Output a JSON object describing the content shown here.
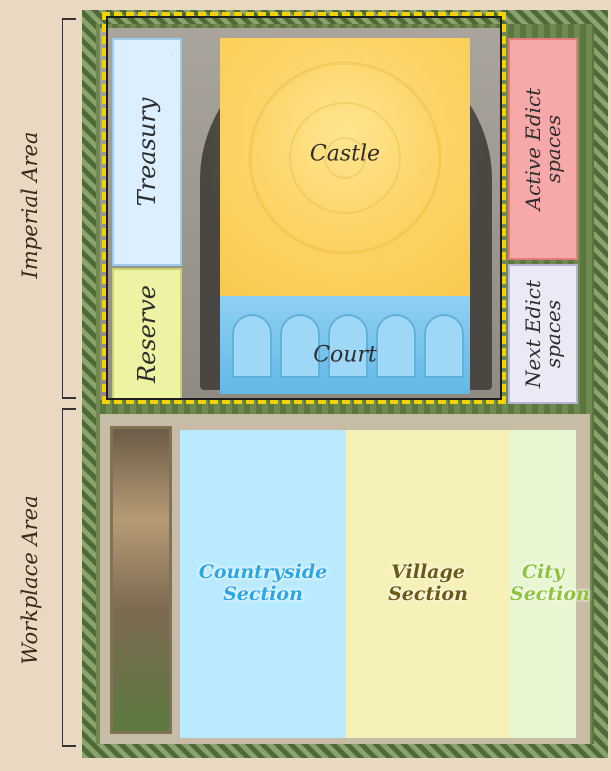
{
  "areas": {
    "imperial": "Imperial Area",
    "workplace": "Workplace Area"
  },
  "panels": {
    "treasury": "Treasury",
    "reserve": "Reserve",
    "castle": "Castle",
    "court": "Court",
    "active_edict": "Active Edict spaces",
    "next_edict": "Next Edict spaces"
  },
  "sections": {
    "countryside": "Countryside Section",
    "village": "Village Section",
    "city": "City Section"
  },
  "colors": {
    "highlight_dash": "#f2d200",
    "countryside_text": "#2aa6e8",
    "village_text": "#6b5a12",
    "city_text": "#8cc43a"
  }
}
